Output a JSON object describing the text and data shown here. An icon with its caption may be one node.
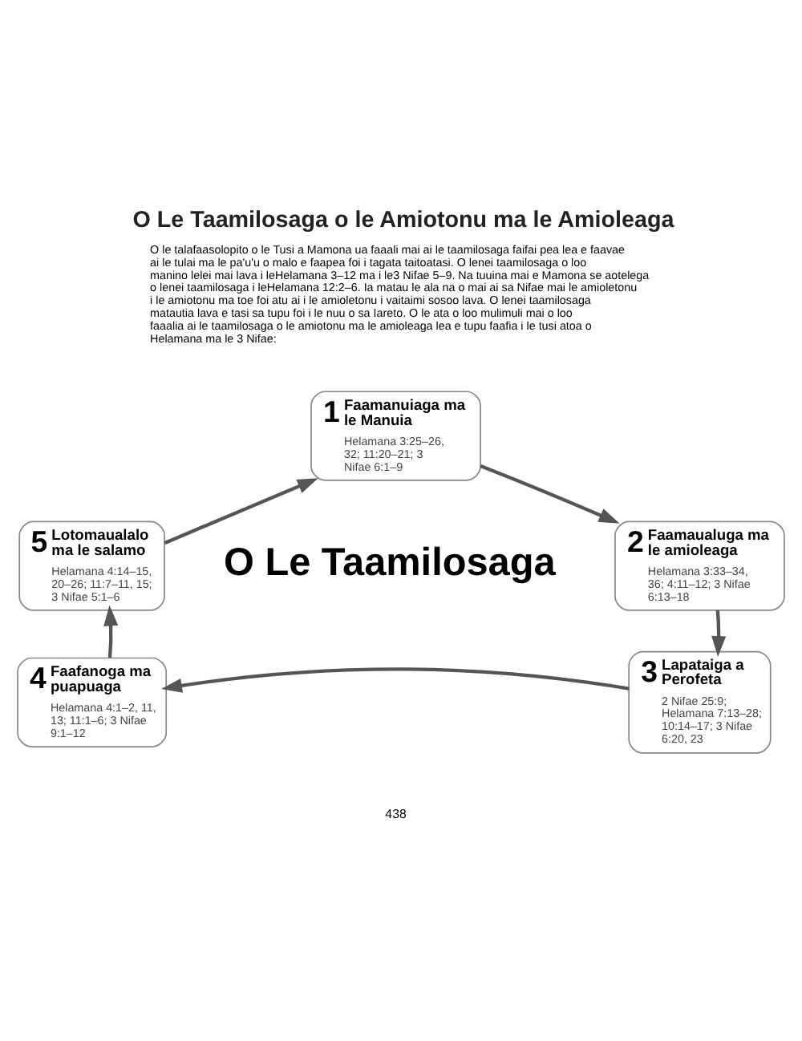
{
  "diagram": {
    "title": "O Le Taamilosaga o le Amiotonu ma le Amioleaga",
    "nodes": [
      {
        "text": [
          "1",
          "Faamanuiaga ma le Manuia",
          "Helamana 3:25–26, 32; 11:20–21; 3 Nifae 6:1–9"
        ]
      },
      {
        "text": [
          "2",
          "Faamaualuga ma le amioleaga",
          "Helamana 3:33–34, 36; 4:11–12; 3 Nifae 6:13–18"
        ]
      },
      {
        "text": [
          "3",
          "Lapataiga a Perofeta",
          "2 Nifae 25:9; Helamana 7:13–28; 10:14–17; 3 Nifae 6:20, 23"
        ]
      },
      {
        "text": [
          "4",
          "Faafanoga ma puapuaga",
          "Helamana 4:1–2, 11, 13; 11:1–6; 3 Nifae 9:1–12"
        ]
      },
      {
        "text": [
          "5",
          "Lotomaualalo ma le salamo",
          "Helamana 4:14–15, 20–26; 11:7–11, 15; 3 Nifae 5:1–6"
        ]
      }
    ],
    "edges": [
      {
        "from": 0,
        "to": 1,
        "arrow": "to"
      },
      {
        "from": 1,
        "to": 2,
        "arrow": "to"
      },
      {
        "from": 2,
        "to": 3,
        "arrow": "to"
      },
      {
        "from": 3,
        "to": 4,
        "arrow": "to"
      },
      {
        "from": 4,
        "to": 0,
        "arrow": "to"
      }
    ],
    "labels": [
      "O le talafaasolopito o le Tusi a Mamona ua faaali mai ai le taamilosaga faifai pea lea e faavae ai le tulai ma le pa'u'u o malo e faapea foi i tagata taitoatasi. O lenei taamilosaga o loo manino lelei mai lava i leHelamana 3–12 ma i le3 Nifae 5–9. Na tuuina mai e Mamona se aotelega o lenei taamilosaga i leHelamana 12:2–6. Ia matau le ala na o mai ai sa Nifae mai le amioletonu i le amiotonu ma toe foi atu ai i le amioletonu i vaitaimi sosoo lava. O lenei taamilosaga matautia lava e tasi sa tupu foi i le nuu o sa Iareto. O le ata o loo mulimuli mai o loo faaalia ai le taamilosaga o le amiotonu ma le amioleaga lea e tupu faafia i le tusi atoa o Helamana ma le 3 Nifae:",
      "O Le Taamilosaga",
      "438"
    ]
  }
}
